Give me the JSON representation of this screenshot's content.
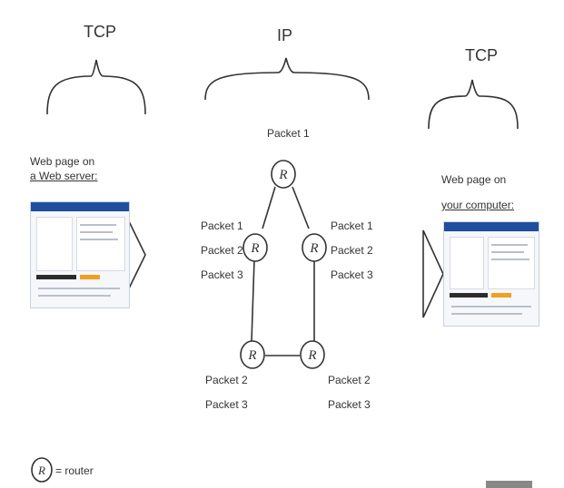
{
  "labels": {
    "tcp_left": "TCP",
    "ip": "IP",
    "tcp_right": "TCP",
    "server_line1": "Web page on",
    "server_line2": "a Web server:",
    "computer_line1": "Web page on",
    "computer_line2": "your computer:",
    "router_letter": "R",
    "legend_text": "= router"
  },
  "routers": {
    "top": {
      "packets": [
        "Packet 1"
      ]
    },
    "mid_left": {
      "packets": [
        "Packet 1",
        "Packet 2",
        "Packet 3"
      ]
    },
    "mid_right": {
      "packets": [
        "Packet 1",
        "Packet 2",
        "Packet 3"
      ]
    },
    "bottom_left": {
      "packets": [
        "Packet 2",
        "Packet 3"
      ]
    },
    "bottom_right": {
      "packets": [
        "Packet 2",
        "Packet 3"
      ]
    }
  },
  "colors": {
    "line": "#333333",
    "thumb_header": "#1f4f9e",
    "thumb_accent": "#f0a020"
  }
}
